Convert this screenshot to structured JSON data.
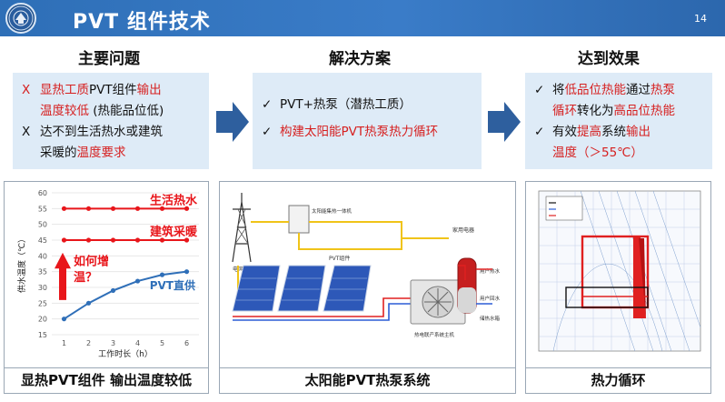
{
  "header": {
    "title": "PVT 组件技术",
    "page_number": "14"
  },
  "sections": {
    "problem_title": "主要问题",
    "solution_title": "解决方案",
    "effect_title": "达到效果"
  },
  "problems": [
    {
      "mark": "X",
      "line1_a": "显热工质",
      "line1_b": "PVT组件",
      "line1_c": "输出",
      "line2_a": "温度较低",
      "line2_b": " (热能品位低)"
    },
    {
      "mark": "X",
      "line1": "达不到生活热水或建筑",
      "line2_a": "采暖的",
      "line2_b": "温度要求"
    }
  ],
  "solutions": [
    {
      "mark": "✓",
      "text": "PVT+热泵（潜热工质）"
    },
    {
      "mark": "✓",
      "text": "构建太阳能PVT热泵热力循环"
    }
  ],
  "effects": [
    {
      "mark": "✓",
      "t1": "将",
      "t2": "低品位热能",
      "t3": "通过",
      "t4": "热泵",
      "t5": "循环",
      "t6": "转化为",
      "t7": "高品位热能"
    },
    {
      "mark": "✓",
      "t1": "有效",
      "t2": "提高",
      "t3": "系统",
      "t4": "输出",
      "t5": "温度（＞55℃）"
    }
  ],
  "chart_data": {
    "type": "line",
    "title": "",
    "xlabel": "工作时长（h）",
    "ylabel": "供水温度（℃）",
    "x": [
      1,
      2,
      3,
      4,
      5,
      6
    ],
    "ylim": [
      15,
      60
    ],
    "yticks": [
      15,
      20,
      25,
      30,
      35,
      40,
      45,
      50,
      55,
      60
    ],
    "series": [
      {
        "name": "生活热水",
        "values": [
          55,
          55,
          55,
          55,
          55,
          55
        ],
        "color": "#e8161b"
      },
      {
        "name": "建筑采暖",
        "values": [
          45,
          45,
          45,
          45,
          45,
          45
        ],
        "color": "#e8161b"
      },
      {
        "name": "PVT直供",
        "values": [
          20,
          25,
          29,
          32,
          34,
          35
        ],
        "color": "#2f6fb8"
      }
    ],
    "annotation": "如何增温？"
  },
  "diagram": {
    "labels": {
      "solar_collector": "太阳能集热一体机",
      "grid": "电网",
      "pvt_module": "PVT组件",
      "home_appliance": "家用电器",
      "user_hot_water": "用户热水",
      "user_return_water": "用户回水",
      "water_tank": "储热水箱",
      "heat_pump_unit": "热电联产系统主机"
    }
  },
  "captions": {
    "left": "显热PVT组件 输出温度较低",
    "middle": "太阳能PVT热泵系统",
    "right": "热力循环"
  },
  "colors": {
    "accent_blue": "#2e6fb7",
    "red": "#d62020",
    "box_bg": "#deebf7"
  }
}
